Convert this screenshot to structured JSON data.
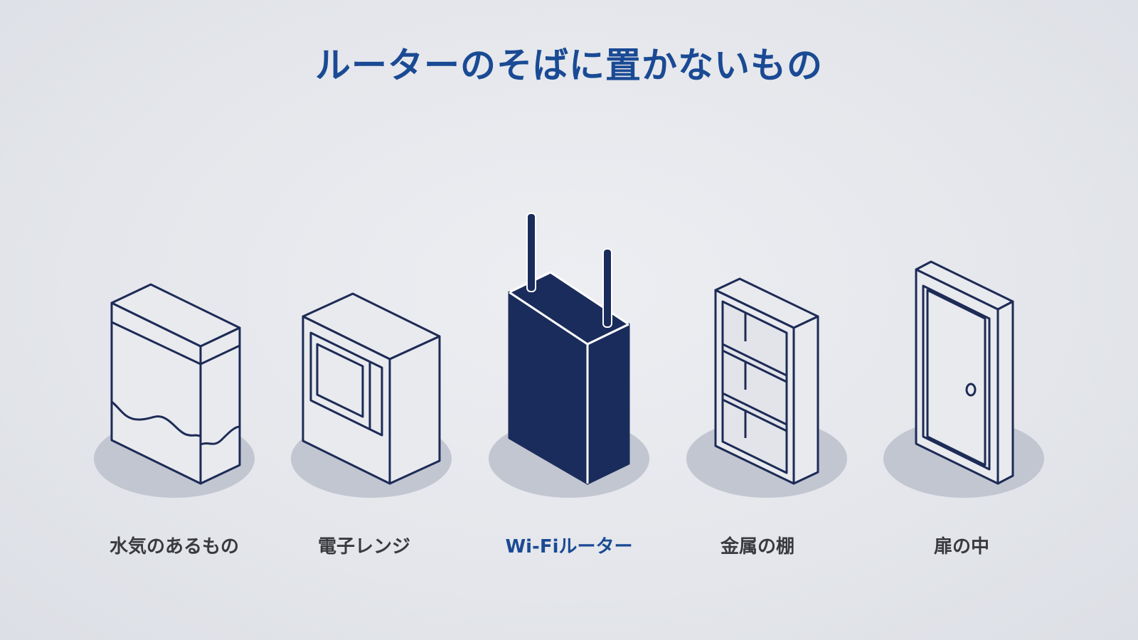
{
  "title": "ルーターのそばに置かないもの",
  "colors": {
    "title": "#1a4a94",
    "stroke": "#1d2b56",
    "router_fill": "#1a2c5b",
    "label": "#3a3a3e",
    "shadow": "#c2c6d1",
    "background": "#e4e6eb"
  },
  "items": [
    {
      "label": "水気のあるもの",
      "icon": "water-tank-icon",
      "highlight": false
    },
    {
      "label": "電子レンジ",
      "icon": "microwave-icon",
      "highlight": false
    },
    {
      "label": "Wi-Fiルーター",
      "icon": "wifi-router-icon",
      "highlight": true
    },
    {
      "label": "金属の棚",
      "icon": "metal-shelf-icon",
      "highlight": false
    },
    {
      "label": "扉の中",
      "icon": "door-icon",
      "highlight": false
    }
  ]
}
